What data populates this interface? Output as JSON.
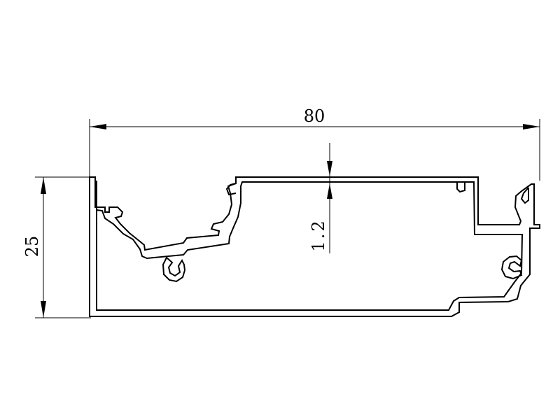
{
  "dimensions": {
    "overall_width": "80",
    "overall_height": "25",
    "wall_thickness": "1.2"
  }
}
